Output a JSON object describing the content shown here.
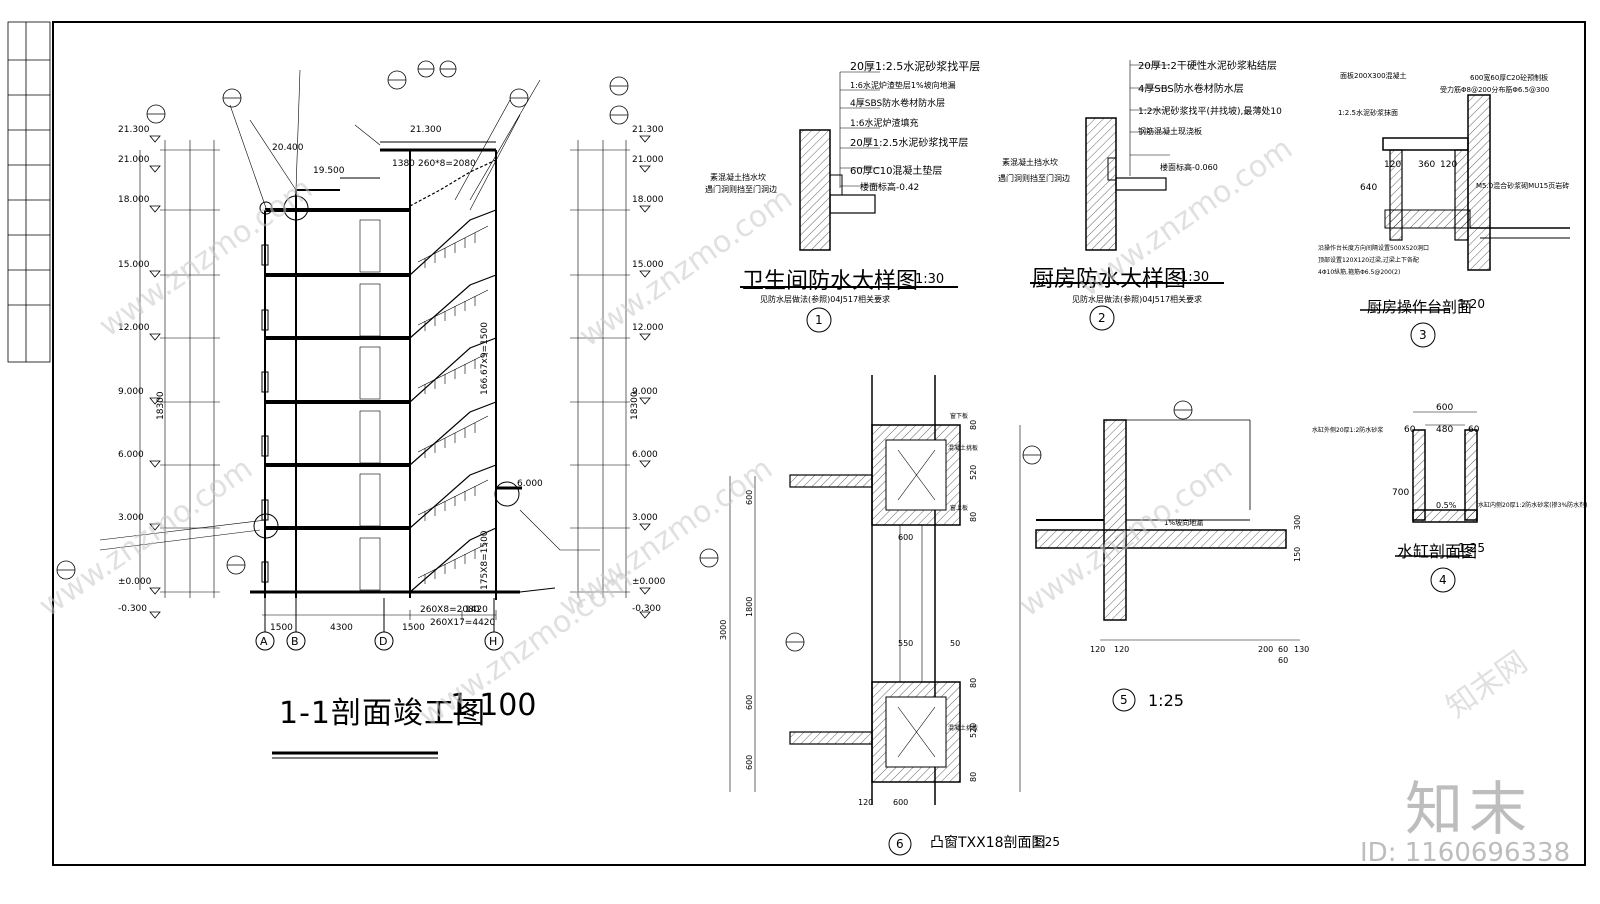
{
  "titles": {
    "main": "1-1剖面竣工图",
    "main_scale": "1:100",
    "d1": "卫生间防水大样图",
    "d1_scale": "1:30",
    "d2": "厨房防水大样图",
    "d2_scale": "1:30",
    "d3": "厨房操作台剖面",
    "d3_scale": "1:20",
    "d4": "水缸剖面图",
    "d4_scale": "1:25",
    "d5_scale": "1:25",
    "d6": "凸窗TXX18剖面图",
    "d6_scale": "1:25"
  },
  "detail_numbers": [
    "1",
    "2",
    "3",
    "4",
    "5",
    "6"
  ],
  "axes": [
    "A",
    "B",
    "D",
    "H"
  ],
  "elevations_left": [
    "21.300",
    "21.000",
    "18.000",
    "15.000",
    "12.000",
    "9.000",
    "6.000",
    "3.000",
    "±0.000",
    "-0.300"
  ],
  "elevations_right": [
    "21.300",
    "21.000",
    "18.000",
    "15.000",
    "12.000",
    "9.000",
    "6.000",
    "3.000",
    "±0.000",
    "-0.300"
  ],
  "roof_levels": {
    "top": "21.300",
    "ridge": "20.400",
    "parapet": "19.500",
    "canopy": "6.000"
  },
  "bottom_dims": [
    "1500",
    "4300",
    "1500",
    "1420"
  ],
  "stair_dims": [
    "260X8=2080",
    "260X17=4420",
    "1380",
    "260*8=2080",
    "166.67x9=1500",
    "175X8=1500"
  ],
  "total_height": "18300",
  "d1_notes": [
    "20厚1:2.5水泥砂浆找平层",
    "1:6水泥炉渣垫层1%坡向地漏",
    "4厚SBS防水卷材防水层",
    "1:6水泥炉渣填充",
    "20厚1:2.5水泥砂浆找平层",
    "60厚C10混凝土垫层",
    "素混凝土挡水坎",
    "遇门洞则挡至门洞边",
    "楼面标高-0.42"
  ],
  "d1_ref": "见防水层做法(参照)04J517相关要求",
  "d2_notes": [
    "20厚1:2干硬性水泥砂浆粘结层",
    "4厚SBS防水卷材防水层",
    "1:2水泥砂浆找平(并找坡),最薄处10",
    "钢筋混凝土现浇板",
    "素混凝土挡水坎",
    "遇门洞则挡至门洞边",
    "楼面标高-0.060"
  ],
  "d2_ref": "见防水层做法(参照)04J517相关要求",
  "d3_notes": [
    "面板200X300混凝土",
    "600宽60厚C20砼预制板",
    "受力筋Φ8@200分布筋Φ6.5@300",
    "1:2.5水泥砂浆抹面",
    "M5.0混合砂浆砌MU15页岩砖",
    "沿操作台长度方向间隔设置500X520洞口",
    "顶部设置120X120过梁,过梁上下各配",
    "4Φ10纵筋,箍筋Φ6.5@200(2)"
  ],
  "d3_dims": [
    "120",
    "360",
    "120",
    "640"
  ],
  "d4_notes": [
    "水缸外侧20厚1:2防水砂浆",
    "水缸内侧20厚1:2防水砂浆(掺3%防水剂)",
    "0.5%"
  ],
  "d4_dims": [
    "600",
    "480",
    "60",
    "60",
    "700"
  ],
  "d5_dims": [
    "120",
    "120",
    "200",
    "60",
    "130",
    "60",
    "300",
    "150"
  ],
  "d5_slope": "1%坡向地漏",
  "d6_dims": [
    "600",
    "1800",
    "600",
    "600",
    "80",
    "520",
    "80",
    "600",
    "550",
    "50",
    "80",
    "520",
    "80",
    "120",
    "600",
    "3000"
  ],
  "d6_notes": [
    "窗下板",
    "窗上板",
    "混凝土挑板",
    "混凝土挑板"
  ],
  "watermark_url": "www.znzmo.com",
  "watermark_cn": "知末网",
  "brand": "知末",
  "image_id": "ID: 1160696338"
}
